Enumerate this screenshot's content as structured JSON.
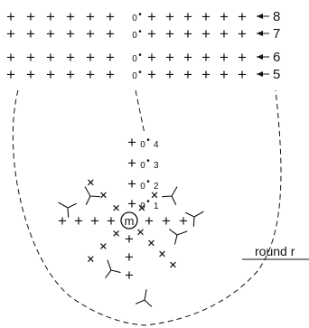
{
  "stitches": {
    "cross": "+",
    "chain": "0",
    "dot": "•"
  },
  "center_mark": "m",
  "rows": [
    {
      "number": "8"
    },
    {
      "number": "7"
    },
    {
      "number": "6"
    },
    {
      "number": "5"
    }
  ],
  "inner_rounds": [
    "4",
    "3",
    "2",
    "1"
  ],
  "caption": "round r",
  "colors": {
    "ink": "#111111",
    "background": "#ffffff"
  }
}
